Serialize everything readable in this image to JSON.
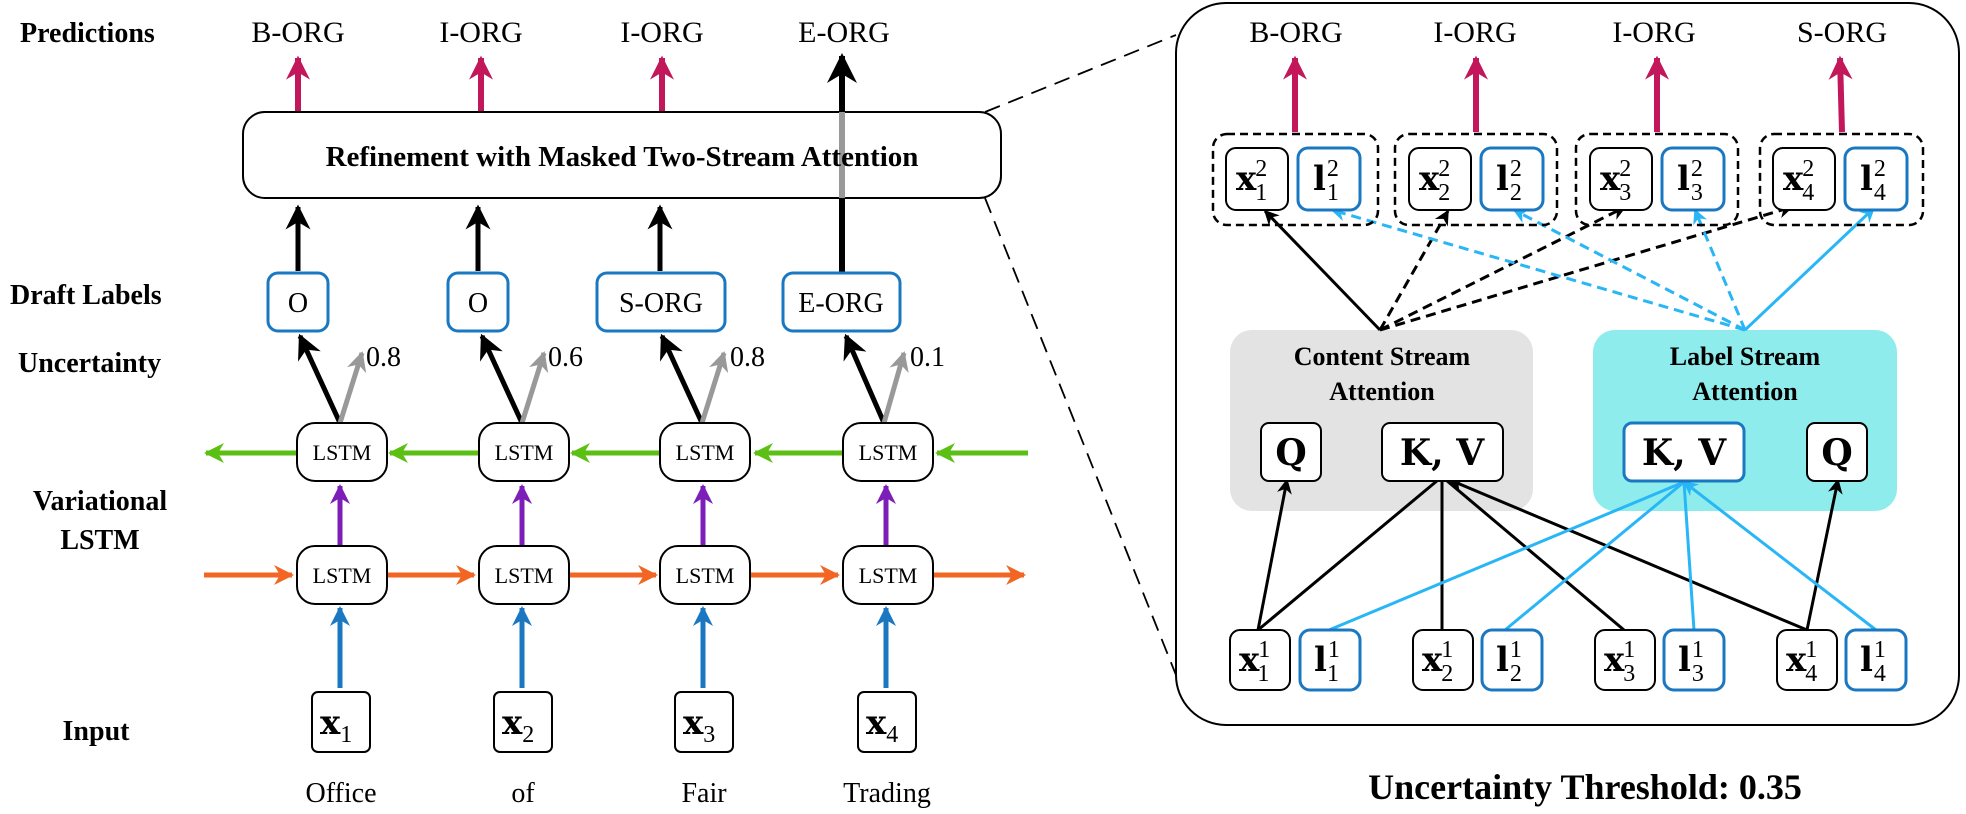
{
  "row_labels": {
    "predictions": "Predictions",
    "draft_labels": "Draft Labels",
    "uncertainty": "Uncertainty",
    "variational_line1": "Variational",
    "variational_line2": "LSTM",
    "input": "Input"
  },
  "predictions": [
    "B-ORG",
    "I-ORG",
    "I-ORG",
    "E-ORG"
  ],
  "refinement_label": "Refinement with Masked Two-Stream  Attention",
  "draft_labels": [
    "O",
    "O",
    "S-ORG",
    "E-ORG"
  ],
  "uncertainties": [
    "0.8",
    "0.6",
    "0.8",
    "0.1"
  ],
  "lstm_label": "LSTM",
  "inputs": [
    {
      "base": "x",
      "sub": "1"
    },
    {
      "base": "x",
      "sub": "2"
    },
    {
      "base": "x",
      "sub": "3"
    },
    {
      "base": "x",
      "sub": "4"
    }
  ],
  "words": [
    "Office",
    "of",
    "Fair",
    "Trading"
  ],
  "detail": {
    "predictions": [
      "B-ORG",
      "I-ORG",
      "I-ORG",
      "S-ORG"
    ],
    "content_stream": {
      "line1": "Content Stream",
      "line2": "Attention",
      "q": "Q",
      "kv": "K, V"
    },
    "label_stream": {
      "line1": "Label Stream",
      "line2": "Attention",
      "kv": "K, V",
      "q": "Q"
    },
    "top_tokens": [
      {
        "x": "x",
        "l": "l",
        "sup": "2",
        "sub": "1"
      },
      {
        "x": "x",
        "l": "l",
        "sup": "2",
        "sub": "2"
      },
      {
        "x": "x",
        "l": "l",
        "sup": "2",
        "sub": "3"
      },
      {
        "x": "x",
        "l": "l",
        "sup": "2",
        "sub": "4"
      }
    ],
    "bottom_tokens": [
      {
        "x": "x",
        "l": "l",
        "sup": "1",
        "sub": "1"
      },
      {
        "x": "x",
        "l": "l",
        "sup": "1",
        "sub": "2"
      },
      {
        "x": "x",
        "l": "l",
        "sup": "1",
        "sub": "3"
      },
      {
        "x": "x",
        "l": "l",
        "sup": "1",
        "sub": "4"
      }
    ]
  },
  "threshold_text": "Uncertainty Threshold: 0.35",
  "colors": {
    "prediction_arrow": "#c2185b",
    "backward_arrow": "#5cbf14",
    "forward_arrow": "#f26522",
    "vertical_arrow": "#7b1fb8",
    "input_arrow": "#1a78c2",
    "label_blue": "#1a78c2",
    "label_stream_line": "#29b6f6",
    "uncertainty_arrow": "#999999",
    "content_box": "#e3e3e3",
    "label_box": "#8eedec"
  }
}
